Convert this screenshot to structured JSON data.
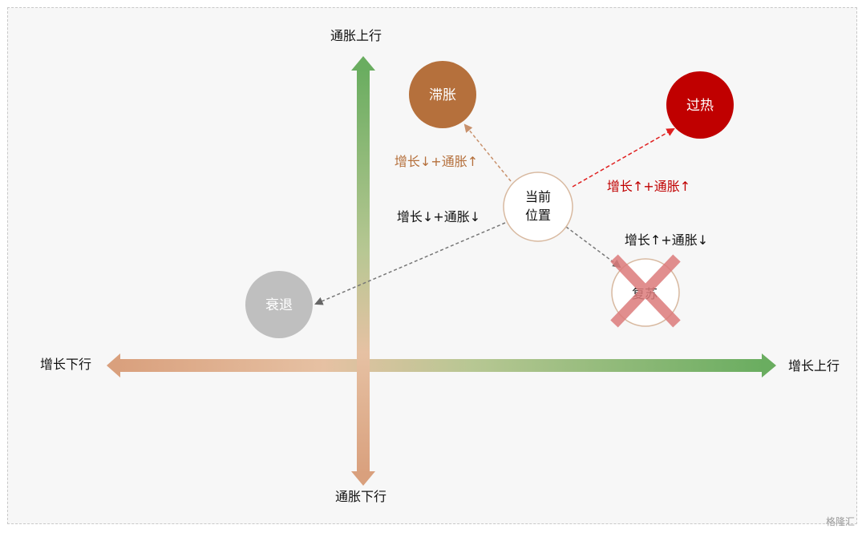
{
  "axes": {
    "inflation_up": "通胀上行",
    "inflation_down": "通胀下行",
    "growth_down": "增长下行",
    "growth_up": "增长上行"
  },
  "nodes": {
    "stagflation": "滞胀",
    "overheat": "过热",
    "recession": "衰退",
    "recovery": "复苏",
    "current_line1": "当前",
    "current_line2": "位置"
  },
  "transitions": {
    "to_stagflation": "增长↓+通胀↑",
    "to_overheat": "增长↑+通胀↑",
    "to_recession": "增长↓+通胀↓",
    "to_recovery": "增长↑+通胀↓"
  },
  "colors": {
    "stagflation": "#b5703c",
    "overheat": "#c00000",
    "recession": "#bfbfbf",
    "recovery_cross": "#dc7b7b",
    "green": "#6aad60",
    "tan": "#d9a07d"
  },
  "watermark": "格隆汇"
}
